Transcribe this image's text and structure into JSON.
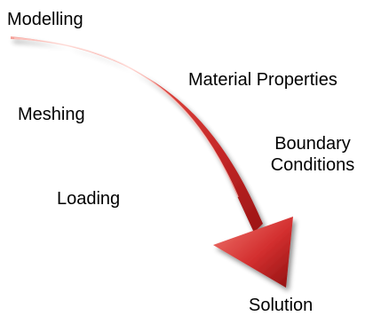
{
  "diagram": {
    "steps": [
      {
        "label": "Modelling"
      },
      {
        "label": "Material Properties"
      },
      {
        "label": "Meshing"
      },
      {
        "label": "Boundary Conditions"
      },
      {
        "label": "Loading"
      },
      {
        "label": "Solution"
      }
    ]
  },
  "colors": {
    "arrow_highlight": "#f07a72",
    "arrow_body": "#d32f2f",
    "arrow_shadow": "#8f1111",
    "text": "#000000"
  }
}
